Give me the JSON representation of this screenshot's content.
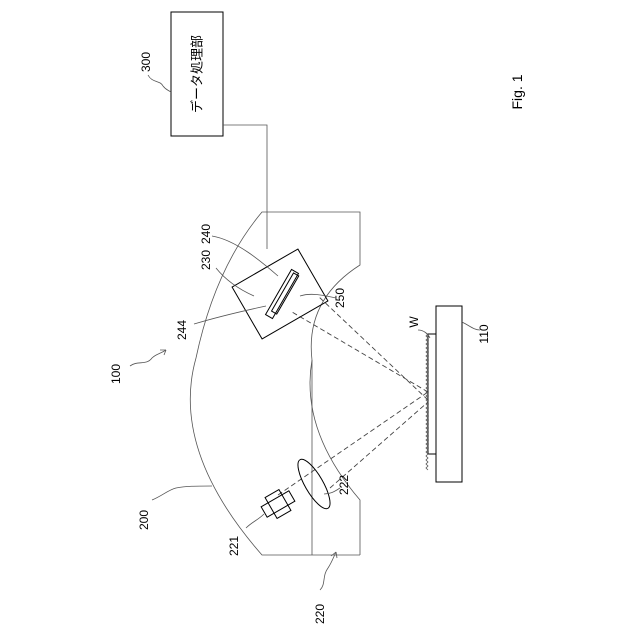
{
  "figure": {
    "caption": "Fig. 1",
    "data_processor_label": "データ処理部",
    "labels": {
      "r100": "100",
      "r110": "110",
      "r200": "200",
      "r220": "220",
      "r221": "221",
      "r222": "222",
      "r230": "230",
      "r240": "240",
      "r244": "244",
      "r250": "250",
      "r300": "300",
      "w": "W"
    }
  }
}
